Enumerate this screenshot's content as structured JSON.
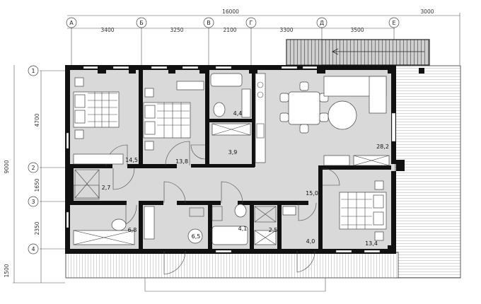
{
  "overall": {
    "width": "16000",
    "extension": "3000",
    "height": "9000"
  },
  "axes_letters": [
    {
      "id": "axis-a",
      "label": "А"
    },
    {
      "id": "axis-b",
      "label": "Б"
    },
    {
      "id": "axis-v",
      "label": "В"
    },
    {
      "id": "axis-g",
      "label": "Г"
    },
    {
      "id": "axis-d",
      "label": "Д"
    },
    {
      "id": "axis-e",
      "label": "Е"
    }
  ],
  "axes_numbers": [
    {
      "id": "axis-1",
      "label": "1"
    },
    {
      "id": "axis-2",
      "label": "2"
    },
    {
      "id": "axis-3",
      "label": "3"
    },
    {
      "id": "axis-4",
      "label": "4"
    }
  ],
  "top_dims": [
    "3400",
    "3250",
    "2100",
    "3300",
    "3500"
  ],
  "left_dims": [
    "4700",
    "1650",
    "2350",
    "1500"
  ],
  "areas": {
    "bedroom_nw": "14,5",
    "bedroom_n": "13,8",
    "bath_top": "4,4",
    "wc_top": "3,9",
    "living": "28,2",
    "closet_w": "2,7",
    "hall": "15,0",
    "laundry": "6,8",
    "entry": "6,5",
    "bath_s": "4,1",
    "wc_s": "2,5",
    "corridor_s": "4,0",
    "bedroom_se": "13,4"
  }
}
